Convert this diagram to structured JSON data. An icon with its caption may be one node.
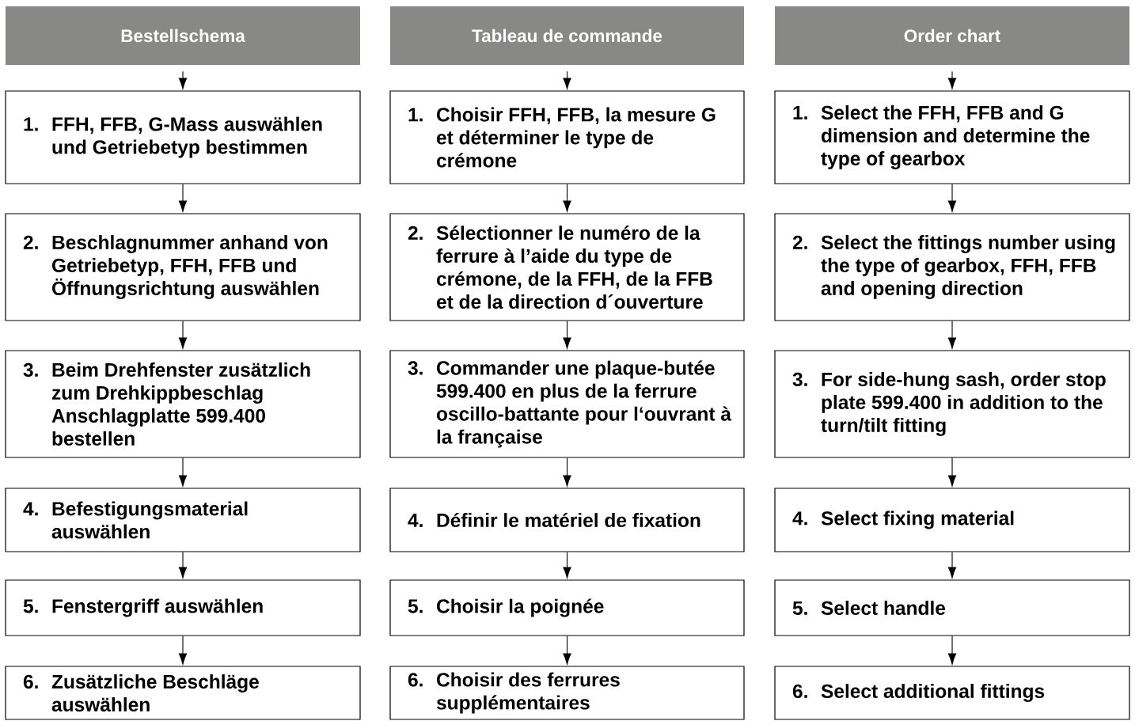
{
  "diagram": {
    "nodes": [
      {
        "text": [
          "Bestellschema"
        ]
      },
      {
        "text": [
          "1.",
          "FFH, FFB, G-Mass auswählen und Getriebetyp bestimmen"
        ]
      },
      {
        "text": [
          "2.",
          "Beschlagnummer anhand von Getriebetyp, FFH, FFB und Öffnungsrichtung auswählen"
        ]
      },
      {
        "text": [
          "3.",
          "Beim Drehfenster zusätzlich zum Drehkippbeschlag Anschlagplatte 599.400 bestellen"
        ]
      },
      {
        "text": [
          "4.",
          "Befestigungsmaterial auswählen"
        ]
      },
      {
        "text": [
          "5.",
          "Fenstergriff auswählen"
        ]
      },
      {
        "text": [
          "6.",
          "Zusätzliche Beschläge auswählen"
        ]
      },
      {
        "text": [
          "Tableau de commande"
        ]
      },
      {
        "text": [
          "1.",
          "Choisir FFH, FFB, la mesure G et déterminer le type de crémone"
        ]
      },
      {
        "text": [
          "2.",
          "Sélectionner le numéro de la ferrure à l’aide du type de crémone, de la FFH, de la FFB et de la direction d´ouverture"
        ]
      },
      {
        "text": [
          "3.",
          "Commander une plaque-butée 599.400 en plus de la ferrure oscillo-battante pour l‘ouvrant à la française"
        ]
      },
      {
        "text": [
          "4.",
          "Définir le matériel de fixation"
        ]
      },
      {
        "text": [
          "5.",
          "Choisir la poignée"
        ]
      },
      {
        "text": [
          "6.",
          "Choisir des ferrures supplémentaires"
        ]
      },
      {
        "text": [
          "Order chart"
        ]
      },
      {
        "text": [
          "1.",
          "Select the FFH, FFB and G dimension and determine the type of gearbox"
        ]
      },
      {
        "text": [
          "2.",
          "Select the fittings number using the type of gearbox, FFH, FFB and opening direction"
        ]
      },
      {
        "text": [
          "3.",
          "For side-hung sash, order stop plate 599.400 in addition to the turn/tilt fitting"
        ]
      },
      {
        "text": [
          "4.",
          "Select fixing material"
        ]
      },
      {
        "text": [
          "5.",
          "Select handle"
        ]
      },
      {
        "text": [
          "6.",
          "Select additional fittings"
        ]
      }
    ],
    "edges": [
      {
        "from": 0,
        "to": 1,
        "arrow": "to"
      },
      {
        "from": 1,
        "to": 2,
        "arrow": "to"
      },
      {
        "from": 2,
        "to": 3,
        "arrow": "to"
      },
      {
        "from": 3,
        "to": 4,
        "arrow": "to"
      },
      {
        "from": 4,
        "to": 5,
        "arrow": "to"
      },
      {
        "from": 5,
        "to": 6,
        "arrow": "to"
      },
      {
        "from": 7,
        "to": 8,
        "arrow": "to"
      },
      {
        "from": 8,
        "to": 9,
        "arrow": "to"
      },
      {
        "from": 9,
        "to": 10,
        "arrow": "to"
      },
      {
        "from": 10,
        "to": 11,
        "arrow": "to"
      },
      {
        "from": 11,
        "to": 12,
        "arrow": "to"
      },
      {
        "from": 12,
        "to": 13,
        "arrow": "to"
      },
      {
        "from": 14,
        "to": 15,
        "arrow": "to"
      },
      {
        "from": 15,
        "to": 16,
        "arrow": "to"
      },
      {
        "from": 16,
        "to": 17,
        "arrow": "to"
      },
      {
        "from": 17,
        "to": 18,
        "arrow": "to"
      },
      {
        "from": 18,
        "to": 19,
        "arrow": "to"
      },
      {
        "from": 19,
        "to": 20,
        "arrow": "to"
      }
    ]
  }
}
